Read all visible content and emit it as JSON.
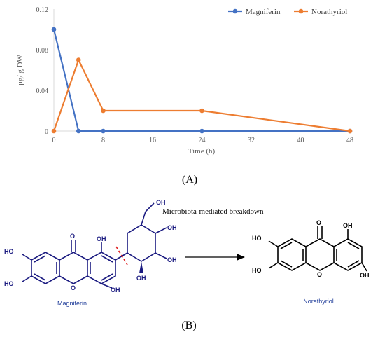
{
  "panel_labels": {
    "a": "(A)",
    "b": "(B)"
  },
  "chart_data": {
    "type": "line",
    "xlabel": "Time (h)",
    "ylabel": "μg/ g DW",
    "xlim": [
      0,
      48
    ],
    "ylim": [
      0,
      0.12
    ],
    "xticks": [
      0,
      8,
      16,
      24,
      32,
      40,
      48
    ],
    "yticks": [
      0,
      0.04,
      0.08,
      0.12
    ],
    "ytick_labels": [
      "0",
      "0.04",
      "0.08",
      "0.12"
    ],
    "grid": false,
    "legend_position": "top-right",
    "series": [
      {
        "name": "Magniferin",
        "color": "#4472c4",
        "points": [
          [
            0,
            0.1
          ],
          [
            4,
            0
          ],
          [
            8,
            0
          ],
          [
            24,
            0
          ],
          [
            48,
            0
          ]
        ]
      },
      {
        "name": "Norathyriol",
        "color": "#ed7d31",
        "points": [
          [
            0,
            0
          ],
          [
            4,
            0.07
          ],
          [
            8,
            0.02
          ],
          [
            24,
            0.02
          ],
          [
            48,
            0
          ]
        ]
      }
    ]
  },
  "scheme": {
    "caption": "Microbiota-mediated breakdown",
    "reactant_name": "Magniferin",
    "product_name": "Norathyriol",
    "name_color": "#1f3c99",
    "reactant_color": "#1a1a80",
    "cut_color": "#e02020",
    "atoms": {
      "oh": "OH",
      "ho": "HO",
      "o": "O"
    }
  }
}
